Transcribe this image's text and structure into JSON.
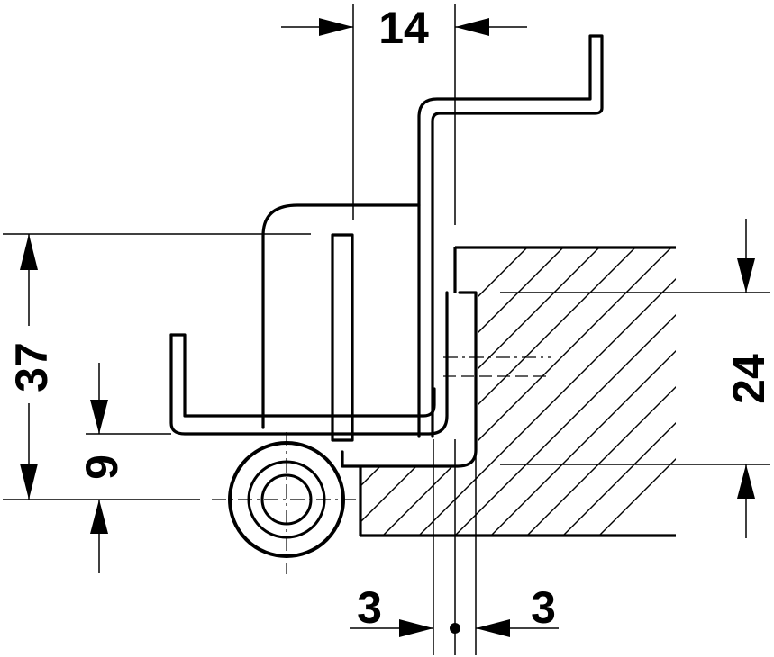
{
  "dimensions": {
    "hinge_offset_top": "14",
    "overall_height": "37",
    "pin_offset": "9",
    "recess_depth": "24",
    "gap_left": "3",
    "gap_right": "3"
  },
  "colors": {
    "line": "#000000",
    "background": "#ffffff"
  }
}
